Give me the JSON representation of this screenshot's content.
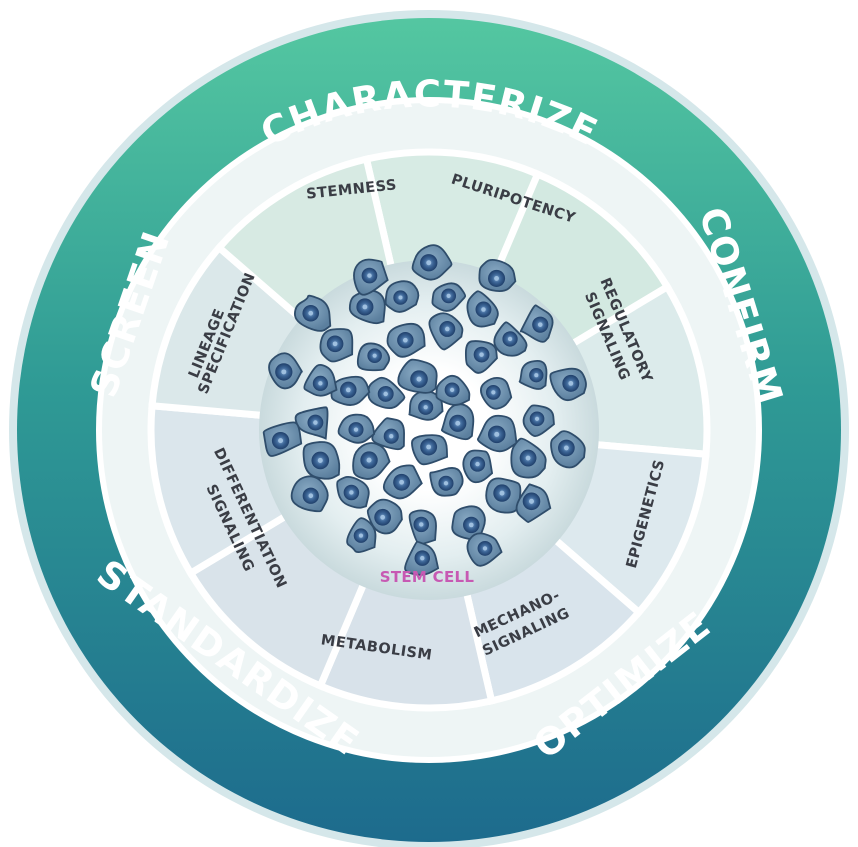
{
  "ring": {
    "characterize": "CHARACTERIZE",
    "confirm": "CONFIRM",
    "optimize": "OPTIMIZE",
    "standardize": "STANDARDIZE",
    "screen": "SCREEN"
  },
  "segments": {
    "stemness": "STEMNESS",
    "pluripotency": "PLURIPOTENCY",
    "regulatory_1": "REGULATORY",
    "regulatory_2": "SIGNALING",
    "epigenetics": "EPIGENETICS",
    "mechano_1": "MECHANO-",
    "mechano_2": "SIGNALING",
    "metabolism": "METABOLISM",
    "differentiation_1": "DIFFERENTIATION",
    "differentiation_2": "SIGNALING",
    "lineage_1": "LINEAGE",
    "lineage_2": "SPECIFICATION"
  },
  "center": {
    "label": "STEM CELL"
  },
  "colors": {
    "ring_top": "#4dbf9a",
    "ring_bottom": "#1e6f8e",
    "cell_fill": "#6f93b0",
    "cell_nucleus": "#2c4f7c",
    "center_text": "#c759b3"
  }
}
